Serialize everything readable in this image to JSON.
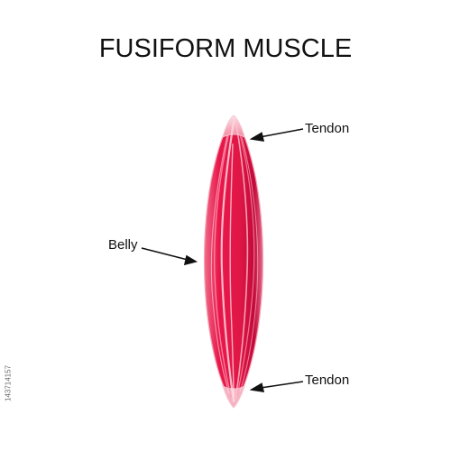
{
  "diagram": {
    "title": "FUSIFORM MUSCLE",
    "labels": {
      "tendon_top": "Tendon",
      "belly": "Belly",
      "tendon_bottom": "Tendon"
    },
    "watermark_id": "143714157"
  },
  "colors": {
    "muscle_main": "#e8174a",
    "muscle_dark": "#c20a3a",
    "muscle_highlight": "#ffd6df",
    "tendon": "#f7c9d2",
    "text": "#111111"
  }
}
